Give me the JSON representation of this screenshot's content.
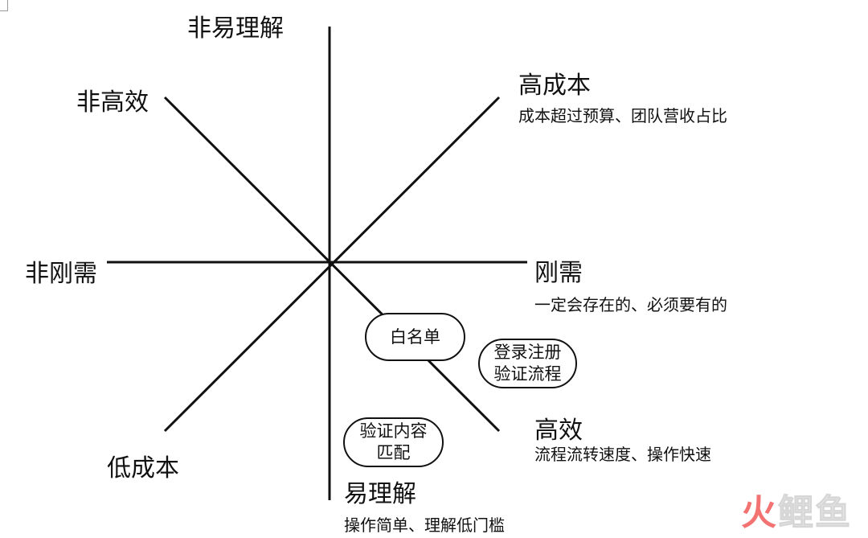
{
  "axes": {
    "top": "非易理解",
    "bottom": "易理解",
    "bottom_desc": "操作简单、理解低门槛",
    "left": "非刚需",
    "right": "刚需",
    "right_desc": "一定会存在的、必须要有的",
    "top_right": "高成本",
    "top_right_desc": "成本超过预算、团队营收占比",
    "bottom_left": "低成本",
    "top_left": "非高效",
    "bottom_right": "高效",
    "bottom_right_desc": "流程流转速度、操作快速"
  },
  "nodes": {
    "whitelist": "白名单",
    "login": {
      "line1": "登录注册",
      "line2": "验证流程"
    },
    "verify": {
      "line1": "验证内容",
      "line2": "匹配"
    }
  },
  "watermark": {
    "first": "火",
    "rest": "鲤鱼"
  },
  "colors": {
    "line": "#111111",
    "watermark": "#f25a5a"
  }
}
